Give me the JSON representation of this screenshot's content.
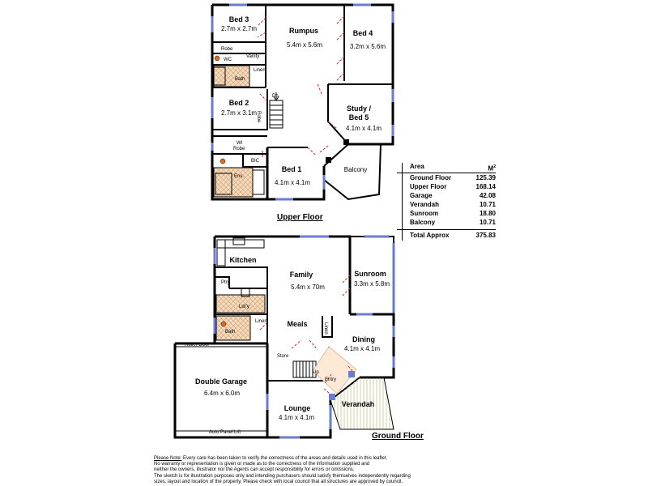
{
  "upper_floor": {
    "title": "Upper Floor",
    "rooms": {
      "bed3": {
        "name": "Bed 3",
        "dim": "2.7m x 2.7m"
      },
      "rumpus": {
        "name": "Rumpus",
        "dim": "5.4m x 5.6m"
      },
      "bed4": {
        "name": "Bed 4",
        "dim": "3.2m x 5.6m"
      },
      "bed2": {
        "name": "Bed 2",
        "dim": "2.7m x 3.1m"
      },
      "study": {
        "name1": "Study /",
        "name2": "Bed 5",
        "dim": "4.1m x 4.1m"
      },
      "bed1": {
        "name": "Bed 1",
        "dim": "4.1m x 4.1m"
      },
      "balcony": {
        "name": "Balcony"
      }
    },
    "labels": {
      "robe": "Robe",
      "wc": "WC",
      "vanity": "Vanity",
      "bath": "Bath",
      "linen": "Linen",
      "dn": "Dn",
      "robe_v": "Robe",
      "wi": "WI",
      "wi_robe": "Robe",
      "bic": "BIC",
      "ens": "Ens."
    }
  },
  "ground_floor": {
    "title": "Ground Floor",
    "rooms": {
      "kitchen": {
        "name": "Kitchen"
      },
      "family": {
        "name": "Family",
        "dim": "5.4m x 70m"
      },
      "sunroom": {
        "name": "Sunroom",
        "dim": "3.3m x 5.8m"
      },
      "meals": {
        "name": "Meals"
      },
      "dining": {
        "name": "Dining",
        "dim": "4.1m x 4.1m"
      },
      "garage": {
        "name": "Double Garage",
        "dim": "6.4m x 6.0m"
      },
      "lounge": {
        "name": "Lounge",
        "dim": "4.1m x 4.1m"
      },
      "verandah": {
        "name": "Verandah"
      }
    },
    "labels": {
      "ptry": "Ptry",
      "ldry": "Ldr'y",
      "bath": "Bath",
      "linen": "Linen",
      "linen_v": "Linen",
      "store": "Store",
      "up": "Up",
      "entry": "Entry",
      "roller_door": "Roller Door",
      "auto_panel": "Auto Panel Lift"
    }
  },
  "area_table": {
    "header_label": "Area",
    "header_unit": "M",
    "header_sup": "2",
    "rows": [
      {
        "label": "Ground Floor",
        "value": "125.39"
      },
      {
        "label": "Upper Floor",
        "value": "168.14"
      },
      {
        "label": "Garage",
        "value": "42.08"
      },
      {
        "label": "Verandah",
        "value": "10.71"
      },
      {
        "label": "Sunroom",
        "value": "18.80"
      },
      {
        "label": "Balcony",
        "value": "10.71"
      }
    ],
    "total": {
      "label": "Total Approx",
      "value": "375.83"
    }
  },
  "disclaimer": {
    "label": "Please Note:",
    "line1": "Every care has been taken to verify the correctness of the areas and details used in this leaflet.",
    "line2": "No warranty or representation is given or made as to the correctness of the information supplied and",
    "line3": "neither the owners, illustrator nor the Agents can accept responsibility for errors or omissions.",
    "line4": "The sketch is for illustration purposes only and intending purchasers should satisfy themselves independently regarding",
    "line5": "sizes, layout and location of the property. Please check with local council that all structures are approved by council."
  },
  "colors": {
    "wall": "#000000",
    "window": "#6a7bd1",
    "door": "#cc2a2a",
    "tile": "#e8c8a0",
    "verandah_hatch": "#c8c890"
  }
}
